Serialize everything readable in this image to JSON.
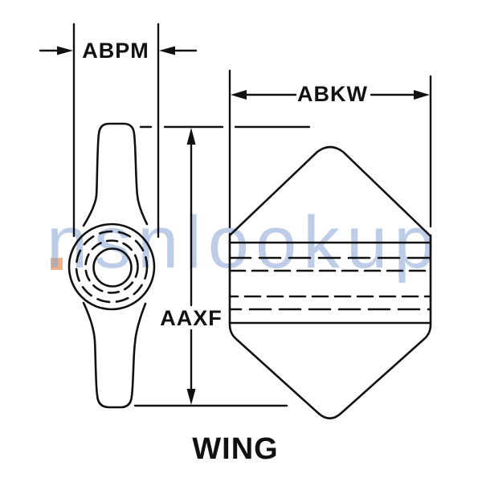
{
  "diagram": {
    "type": "technical-dimension-drawing",
    "caption": "WING",
    "dimensions": {
      "abpm": "ABPM",
      "abkw": "ABKW",
      "aaxf": "AAXF"
    },
    "watermark": {
      "text": "nsnlookup",
      "color": "#88a4d4",
      "accent_color": "#f0a36e"
    },
    "colors": {
      "line": "#111111",
      "background": "#ffffff"
    },
    "views": {
      "left": "wing-nut-front-view",
      "right": "wing-nut-side-view"
    }
  }
}
